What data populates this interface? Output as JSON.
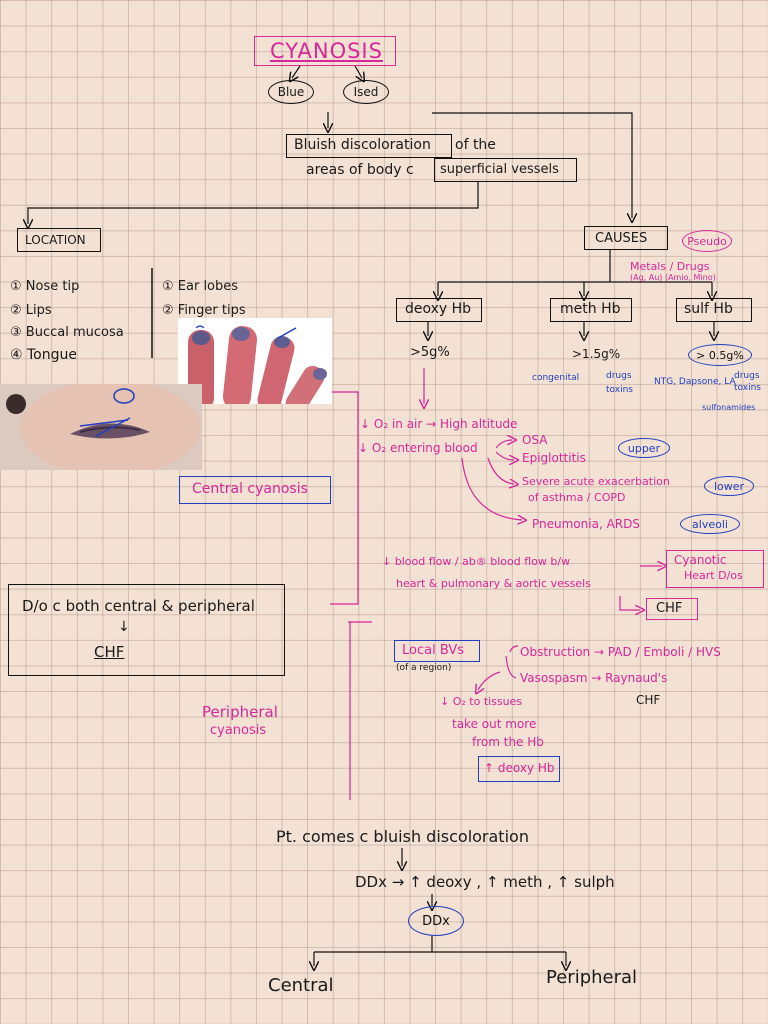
{
  "title": "CYANOSIS",
  "title_children": [
    "Blue",
    "Ised"
  ],
  "definition": {
    "part1": "Bluish discoloration",
    "part2": "of the",
    "part3": "areas of body c",
    "part4": "superficial vessels"
  },
  "location": {
    "heading": "LOCATION",
    "col1": [
      "① Nose tip",
      "② Lips",
      "③ Buccal mucosa",
      "④ Tongue"
    ],
    "col2": [
      "① Ear lobes",
      "② Finger tips"
    ]
  },
  "causes": {
    "heading": "CAUSES",
    "pseudo": "Pseudo",
    "pseudo_note": "Metals / Drugs",
    "pseudo_sub": "(Ag, Au)  (Amio, Mino)",
    "deoxy": {
      "label": "deoxy Hb",
      "threshold": ">5g%"
    },
    "meth": {
      "label": "meth Hb",
      "threshold": ">1.5g%",
      "c1": "congenital",
      "c2": "drugs",
      "c3": "toxins",
      "drugs": "NTG, Dapsone, LA"
    },
    "sulf": {
      "label": "sulf Hb",
      "threshold": "> 0.5g%",
      "drugs": "drugs",
      "toxins": "toxins",
      "extra": "sulfonamides"
    }
  },
  "central": {
    "label": "Central cyanosis",
    "o2_air": "↓ O₂ in air → High altitude",
    "o2_blood": "↓ O₂ entering blood",
    "osa": "OSA",
    "epiglottitis": "Epiglottitis",
    "upper": "upper",
    "asthma1": "Severe acute exacerbation",
    "asthma2": "of asthma / COPD",
    "lower": "lower",
    "pneumonia": "Pneumonia, ARDS",
    "alveoli": "alveoli",
    "flow1": "↓ blood flow / ab® blood flow b/w",
    "flow2": "heart & pulmonary & aortic vessels",
    "cyanotic1": "Cyanotic",
    "cyanotic2": "Heart D/os",
    "chf": "CHF"
  },
  "both": {
    "line1": "D/o c  both central & peripheral",
    "arrow": "↓",
    "line2": "CHF"
  },
  "peripheral": {
    "label1": "Peripheral",
    "label2": "cyanosis",
    "local": "Local BVs",
    "local_sub": "(of a region)",
    "obstruction": "Obstruction → PAD / Emboli / HVS",
    "vasospasm": "Vasospasm → Raynaud's",
    "chf": "CHF",
    "o2_tissue": "↓ O₂ to tissues",
    "take1": "take out more",
    "take2": "from the Hb",
    "deoxy": "↑ deoxy Hb"
  },
  "bottom": {
    "line1": "Pt. comes c bluish discoloration",
    "ddx_line": "DDx → ↑ deoxy , ↑ meth , ↑ sulph",
    "ddx": "DDx",
    "central": "Central",
    "peripheral": "Peripheral"
  },
  "colors": {
    "ink": "#1a1a1a",
    "pink": "#d6279b",
    "blue": "#1f3fbf",
    "paper": "#f3e1d4"
  }
}
